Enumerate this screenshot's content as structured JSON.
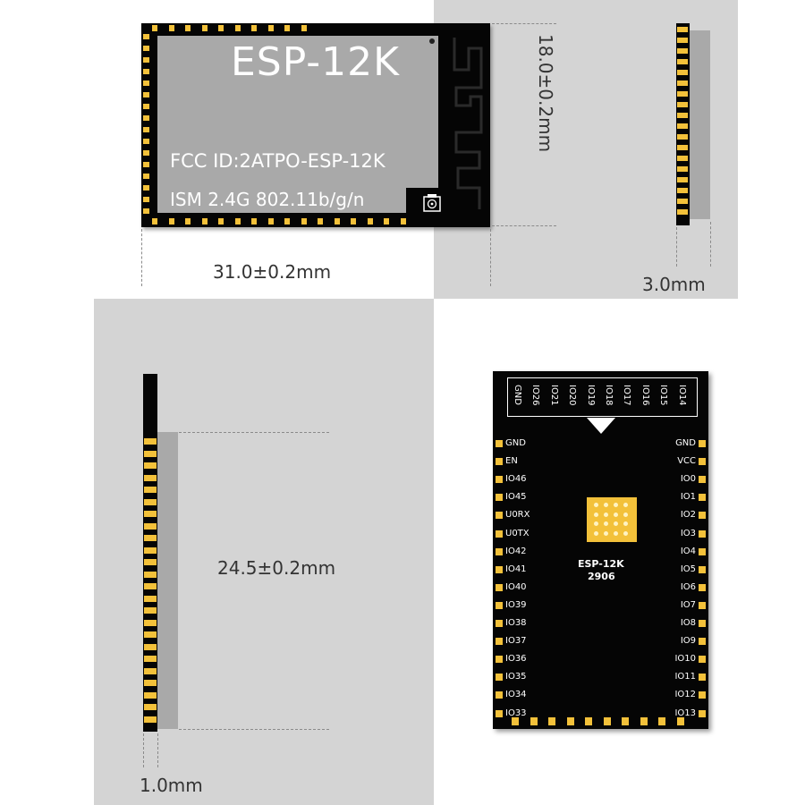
{
  "dimensions": {
    "width": "31.0±0.2mm",
    "height": "18.0±0.2mm",
    "thickness": "3.0mm",
    "shield_height": "24.5±0.2mm",
    "pcb_thickness": "1.0mm"
  },
  "module": {
    "model": "ESP-12K",
    "fcc": "FCC ID:2ATPO-ESP-12K",
    "spec": "ISM 2.4G 802.11b/g/n"
  },
  "bottom_view": {
    "marking_line1": "ESP-12K",
    "marking_line2": "2906",
    "top_pins": [
      "GND",
      "IO26",
      "IO21",
      "IO20",
      "IO19",
      "IO18",
      "IO17",
      "IO16",
      "IO15",
      "IO14"
    ],
    "left_pins": [
      "GND",
      "EN",
      "IO46",
      "IO45",
      "U0RX",
      "U0TX",
      "IO42",
      "IO41",
      "IO40",
      "IO39",
      "IO38",
      "IO37",
      "IO36",
      "IO35",
      "IO34",
      "IO33"
    ],
    "right_pins": [
      "GND",
      "VCC",
      "IO0",
      "IO1",
      "IO2",
      "IO3",
      "IO4",
      "IO5",
      "IO6",
      "IO7",
      "IO8",
      "IO9",
      "IO10",
      "IO11",
      "IO12",
      "IO13"
    ]
  },
  "colors": {
    "pad": "#f3c13a",
    "pcb": "#050505",
    "shield": "#a9a9a9",
    "panel": "#d4d4d4"
  }
}
